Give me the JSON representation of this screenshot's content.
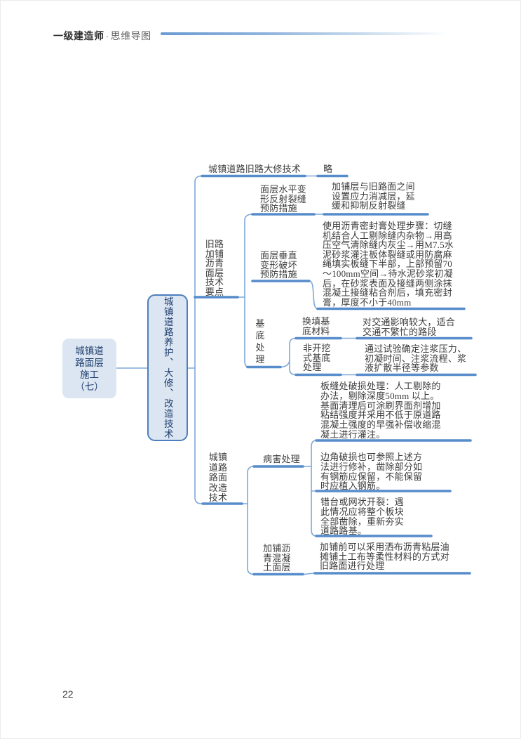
{
  "header": {
    "brand": "一级建造师",
    "separator": "·",
    "subtitle": "思维导图"
  },
  "footer": {
    "page_number": "22"
  },
  "colors": {
    "accent_bar": "#578ccb",
    "connector": "#7ea8d8",
    "node_fill": "#dce6f2",
    "node_border": "#4c7fbe",
    "node_text": "#1f3f6e"
  },
  "mindmap": {
    "root": {
      "label": "城镇道\n路面层\n施工\n（七）"
    },
    "trunk": {
      "label": "城镇道路养护、大修、改造技术"
    },
    "branch_repair": {
      "label": "城镇道路旧路大修技术",
      "value": "略"
    },
    "branch_overlay": {
      "label": "旧路\n加铺\n沥青\n面层\n技术\n要点",
      "horizontal_deform": {
        "label": "面层水平变\n形反射裂缝\n预防措施",
        "value": "加铺层与旧路面之间\n设置应力消减层，延\n缓和抑制反射裂缝"
      },
      "vertical_deform": {
        "label": "面层垂直\n变形破坏\n预防措施",
        "value": "使用沥青密封膏处理步骤：切缝\n机结合人工剔除缝内杂物→用高\n压空气清除缝内灰尘→用M7.5水\n泥砂浆灌注板体裂缝或用防腐麻\n绳填实板缝下半部，上部预留70\n～100mm空间→待水泥砂浆初凝\n后，在砂浆表面及接缝两侧涂抹\n混凝土接缝粘合剂后，填充密封\n膏，厚度不小于40mm"
      },
      "base_treatment": {
        "label": "基\n底\n处\n理",
        "replace_fill": {
          "label": "换填基\n底材料",
          "value": "对交通影响较大，适合\n交通不繁忙的路段"
        },
        "trenchless": {
          "label": "非开挖\n式基底\n处理",
          "value": "通过试验确定注浆压力、\n初凝时间、注浆流程、浆\n液扩散半径等参数"
        }
      }
    },
    "branch_renovation": {
      "label": "城镇\n道路\n路面\n改造\n技术",
      "disease_treatment": {
        "label": "病害处理",
        "notes": [
          "板缝处破损处理：人工剔除的\n办法，剔除深度50mm 以上。\n基面清理后可涂刷界面剂增加\n粘结强度并采用不低于原道路\n混凝土强度的早强补偿收缩混\n凝土进行灌注。",
          "边角破损也可参照上述方\n法进行修补，凿除部分如\n有钢筋应保留，不能保留\n时应植入钢筋。",
          "错台或网状开裂：遇\n此情况应将整个板块\n全部凿除，重新夯实\n道路路基。"
        ]
      },
      "asphalt_overlay": {
        "label": "加铺沥\n青混凝\n土面层",
        "value": "加铺前可以采用洒布沥青粘层油\n摊铺土工布等柔性材料的方式对\n旧路面进行处理"
      }
    }
  }
}
